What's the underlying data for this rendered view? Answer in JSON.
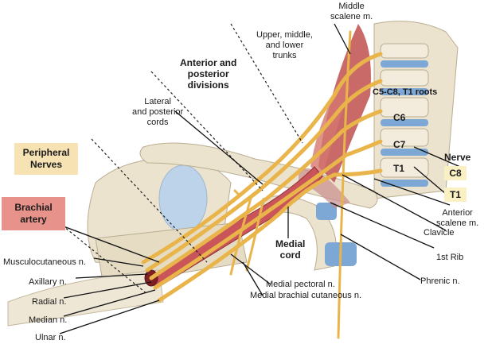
{
  "labels": {
    "middle_scalene": "Middle\nscalene m.",
    "trunks": "Upper, middle,\nand lower\ntrunks",
    "divisions": "Anterior and\nposterior\ndivisions",
    "cords": "Lateral\nand posterior\ncords",
    "roots": "C5-C8, T1 roots",
    "c6": "C6",
    "c7": "C7",
    "t1_vertebra": "T1",
    "nerve": "Nerve",
    "c8": "C8",
    "t1_nerve": "T1",
    "peripheral_nerves": "Peripheral\nNerves",
    "brachial_artery": "Brachial\nartery",
    "anterior_scalene": "Anterior\nscalene m.",
    "clavicle": "Clavicle",
    "first_rib": "1st Rib",
    "phrenic": "Phrenic n.",
    "medial_cord": "Medial\ncord",
    "medial_pectoral": "Medial pectoral n.",
    "medial_brachial_cutaneous": "Medial brachial cutaneous n.",
    "musculocutaneous": "Musculocutaneous n.",
    "axillary": "Axillary n.",
    "radial": "Radial n.",
    "median": "Median n.",
    "ulnar": "Ulnar n."
  },
  "colors": {
    "nerve": "#e9b54a",
    "artery": "#c9555a",
    "muscle": "#c0504d",
    "bone": "#ece3cf",
    "vertebral_disc": "#7da7d4",
    "peripheral_box": "#f7e2b4",
    "artery_box": "#e7928a",
    "nerve_tag": "#fbf0c4"
  }
}
